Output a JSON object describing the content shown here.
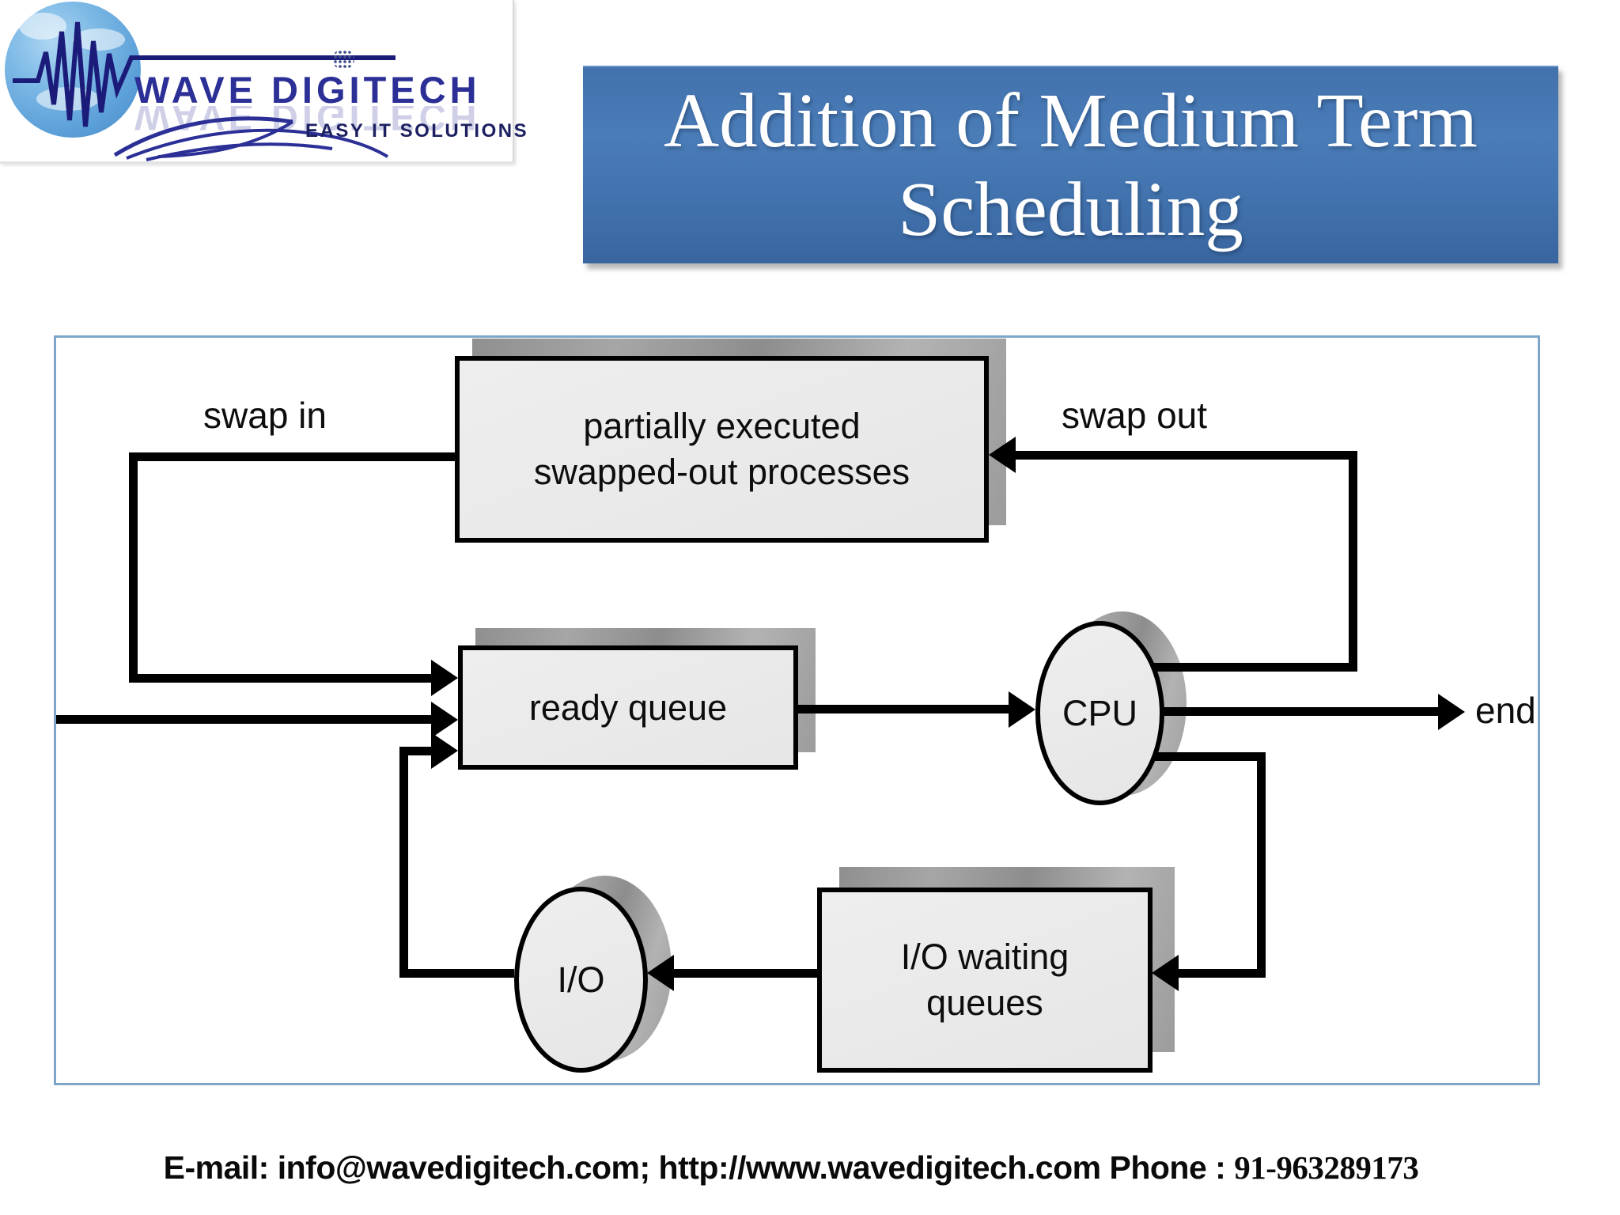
{
  "logo": {
    "brand": "WAVE DIGITECH",
    "tagline": "EASY IT SOLUTIONS"
  },
  "title": {
    "line1": "Addition of Medium Term",
    "line2": "Scheduling"
  },
  "diagram": {
    "labels": {
      "swap_in": "swap in",
      "swap_out": "swap out",
      "end": "end"
    },
    "nodes": {
      "swapped_box_line1": "partially executed",
      "swapped_box_line2": "swapped-out processes",
      "ready_queue": "ready queue",
      "cpu": "CPU",
      "io": "I/O",
      "io_waiting_line1": "I/O waiting",
      "io_waiting_line2": "queues"
    }
  },
  "footer": {
    "text_main": "E-mail: info@wavedigitech.com; http://www.wavedigitech.com Phone",
    "separator": " : ",
    "phone": "91-963289173"
  },
  "colors": {
    "banner_blue_top": "#4272ac",
    "banner_blue_mid": "#4a7cb8",
    "banner_blue_bottom": "#39659f",
    "frame_border": "#7fa6c9",
    "node_fill": "#e9e9e9",
    "node_border": "#000000",
    "shadow_gray": "#9a9a9a",
    "line_black": "#000000",
    "logo_navy": "#2b2f96",
    "logo_globe_blue": "#5b9fd8",
    "title_text": "#ffffff"
  }
}
